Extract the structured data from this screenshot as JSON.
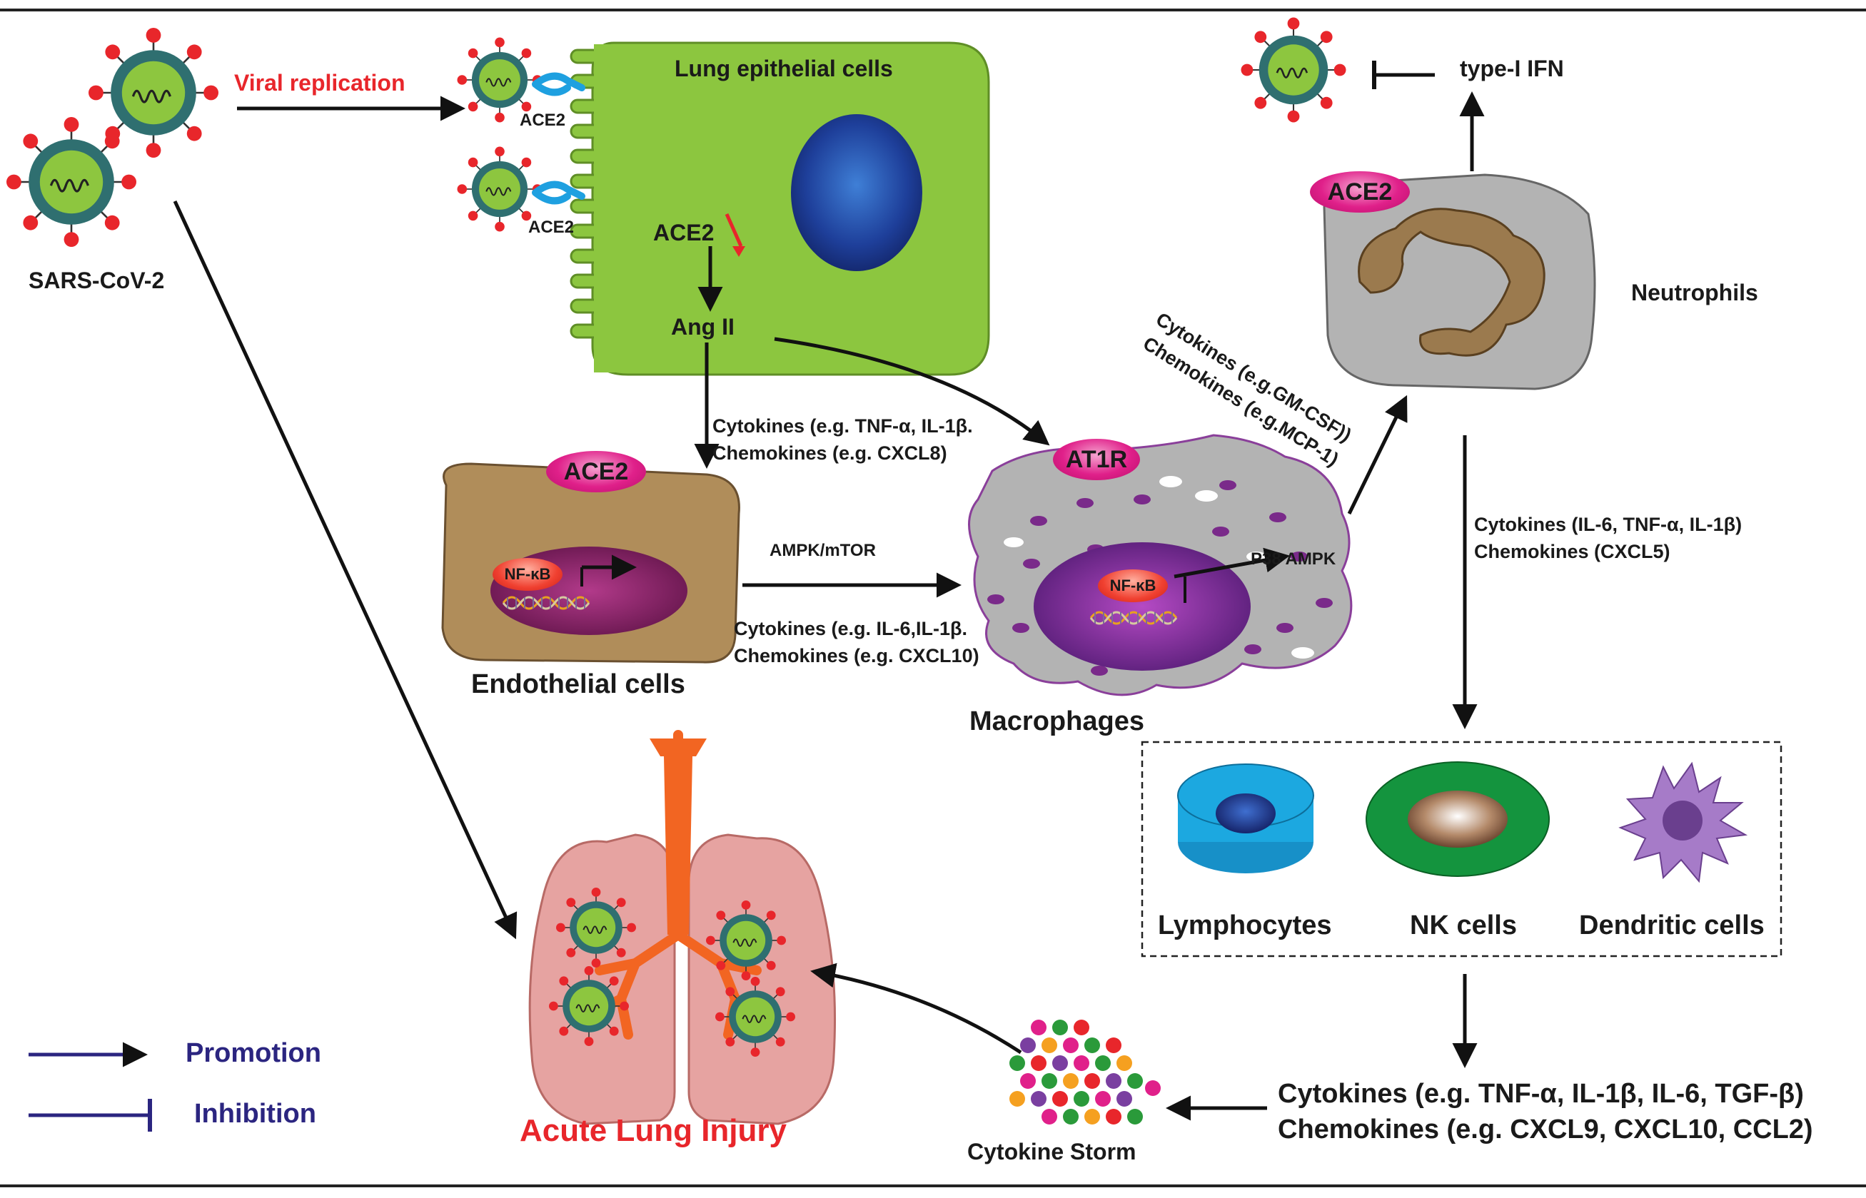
{
  "virus": {
    "label": "SARS-CoV-2",
    "replication": "Viral replication"
  },
  "receptor": "ACE2",
  "epithelial": {
    "title": "Lung epithelial cells",
    "ace2_down": "ACE2",
    "ang": "Ang II"
  },
  "path_epi_endo": {
    "line1": "Cytokines (e.g. TNF-α, IL-1β.",
    "line2": "Chemokines (e.g. CXCL8)"
  },
  "endothelial": {
    "label": "Endothelial cells",
    "receptor": "ACE2",
    "nfkb": "NF-κB"
  },
  "path_endo_mac": {
    "top": "AMPK/mTOR",
    "line1": "Cytokines (e.g. IL-6,IL-1β.",
    "line2": "Chemokines (e.g. CXCL10)"
  },
  "macrophage": {
    "label": "Macrophages",
    "receptor": "AT1R",
    "nfkb": "NF-κB",
    "p38": "P38 AMPK"
  },
  "path_mac_neu": {
    "line1": "Cytokines (e.g.GM-CSF))",
    "line2": "Chemokines (e.g.MCP-1)"
  },
  "neutrophil": {
    "label": "Neutrophils",
    "receptor": "ACE2"
  },
  "ifn": "type-I IFN",
  "path_neu_imm": {
    "line1": "Cytokines (IL-6, TNF-α, IL-1β)",
    "line2": "Chemokines (CXCL5)"
  },
  "immune": {
    "lymph": "Lymphocytes",
    "nk": "NK cells",
    "dc": "Dendritic cells"
  },
  "final": {
    "line1": "Cytokines (e.g. TNF-α, IL-1β, IL-6, TGF-β)",
    "line2": "Chemokines (e.g. CXCL9, CXCL10, CCL2)"
  },
  "storm": "Cytokine Storm",
  "injury": "Acute Lung Injury",
  "legend": {
    "promotion": "Promotion",
    "inhibition": "Inhibition"
  },
  "colors": {
    "epithelial": "#8cc63f",
    "endothelial": "#b08d5a",
    "macrophage": "#b3b3b3",
    "neutrophil_nucleus": "#9b7a4e",
    "lung": "#e6a3a1",
    "trachea": "#f26522",
    "virus_body": "#8dc63f",
    "virus_shell": "#2f6f70",
    "spike": "#e8262b",
    "legend_bg": "#c4b08a",
    "legend_ink": "#2b2580"
  }
}
